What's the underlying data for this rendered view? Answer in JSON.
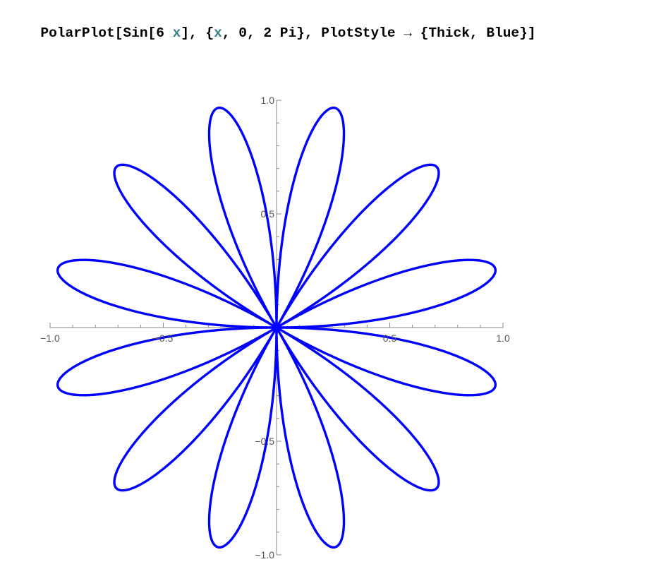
{
  "input": {
    "segments": [
      {
        "text": "PolarPlot[Sin[6 ",
        "kind": "plain"
      },
      {
        "text": "x",
        "kind": "var"
      },
      {
        "text": "], {",
        "kind": "plain"
      },
      {
        "text": "x",
        "kind": "var"
      },
      {
        "text": ", 0, 2 Pi}, PlotStyle → {Thick, Blue}]",
        "kind": "plain"
      }
    ]
  },
  "chart_data": {
    "type": "line",
    "subtype": "polar",
    "function": "Sin[6 x]",
    "theta_range": [
      0,
      6.283185307179586
    ],
    "samples": 1200,
    "series": [
      {
        "color": "#0000ff",
        "line_style": "thick"
      }
    ],
    "xlim": [
      -1.0,
      1.0
    ],
    "ylim": [
      -1.0,
      1.0
    ],
    "x_ticks": [
      {
        "value": -1.0,
        "label": "−1.0"
      },
      {
        "value": -0.5,
        "label": "−0.5"
      },
      {
        "value": 0.5,
        "label": "0.5"
      },
      {
        "value": 1.0,
        "label": "1.0"
      }
    ],
    "y_ticks": [
      {
        "value": 1.0,
        "label": "1.0"
      },
      {
        "value": 0.5,
        "label": "0.5"
      },
      {
        "value": -0.5,
        "label": "−0.5"
      },
      {
        "value": -1.0,
        "label": "−1.0"
      }
    ],
    "minor_step": 0.1,
    "grid": false,
    "axes_color": "#888888"
  }
}
